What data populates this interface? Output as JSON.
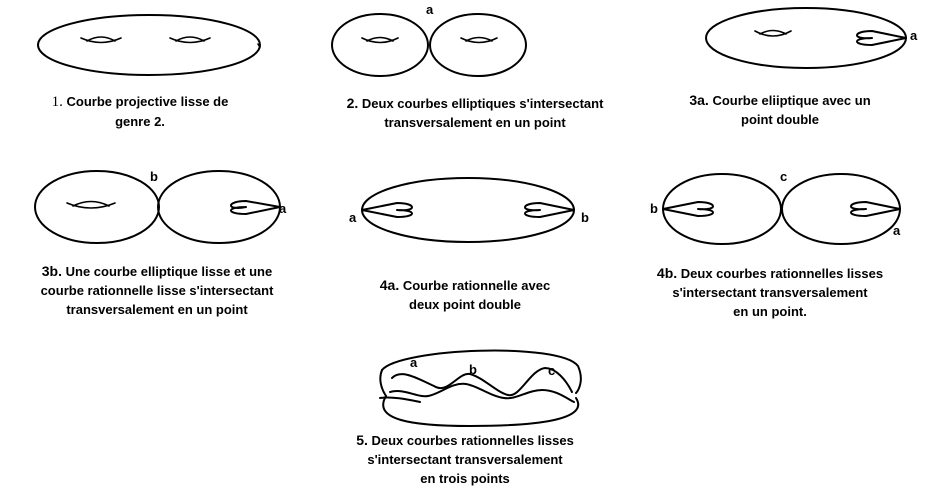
{
  "figures": [
    {
      "id": "1",
      "number": "1.",
      "lines": [
        "Courbe projective lisse de",
        "genre 2."
      ],
      "labels": []
    },
    {
      "id": "2",
      "number": "2.",
      "lines": [
        "Deux courbes elliptiques s'intersectant",
        "transversalement en  un point"
      ],
      "labels": [
        "a"
      ]
    },
    {
      "id": "3a",
      "number": "3a.",
      "lines": [
        "Courbe eliiptique avec un",
        "point double"
      ],
      "labels": [
        "a"
      ]
    },
    {
      "id": "3b",
      "number": "3b.",
      "lines": [
        "Une courbe elliptique lisse et une",
        "courbe rationnelle lisse s'intersectant",
        "transversalement en  un point"
      ],
      "labels": [
        "b",
        "a"
      ]
    },
    {
      "id": "4a",
      "number": "4a.",
      "lines": [
        "Courbe rationnelle avec",
        "deux point double"
      ],
      "labels": [
        "a",
        "b"
      ]
    },
    {
      "id": "4b",
      "number": "4b.",
      "lines": [
        "Deux  courbes rationnelles  lisses",
        "s'intersectant    transversalement",
        "en un point."
      ],
      "labels": [
        "c",
        "b",
        "a"
      ]
    },
    {
      "id": "5",
      "number": "5.",
      "lines": [
        "Deux courbes rationnelles lisses",
        "s'intersectant transversalement",
        "en trois points"
      ],
      "labels": [
        "a",
        "b",
        "c"
      ]
    }
  ]
}
